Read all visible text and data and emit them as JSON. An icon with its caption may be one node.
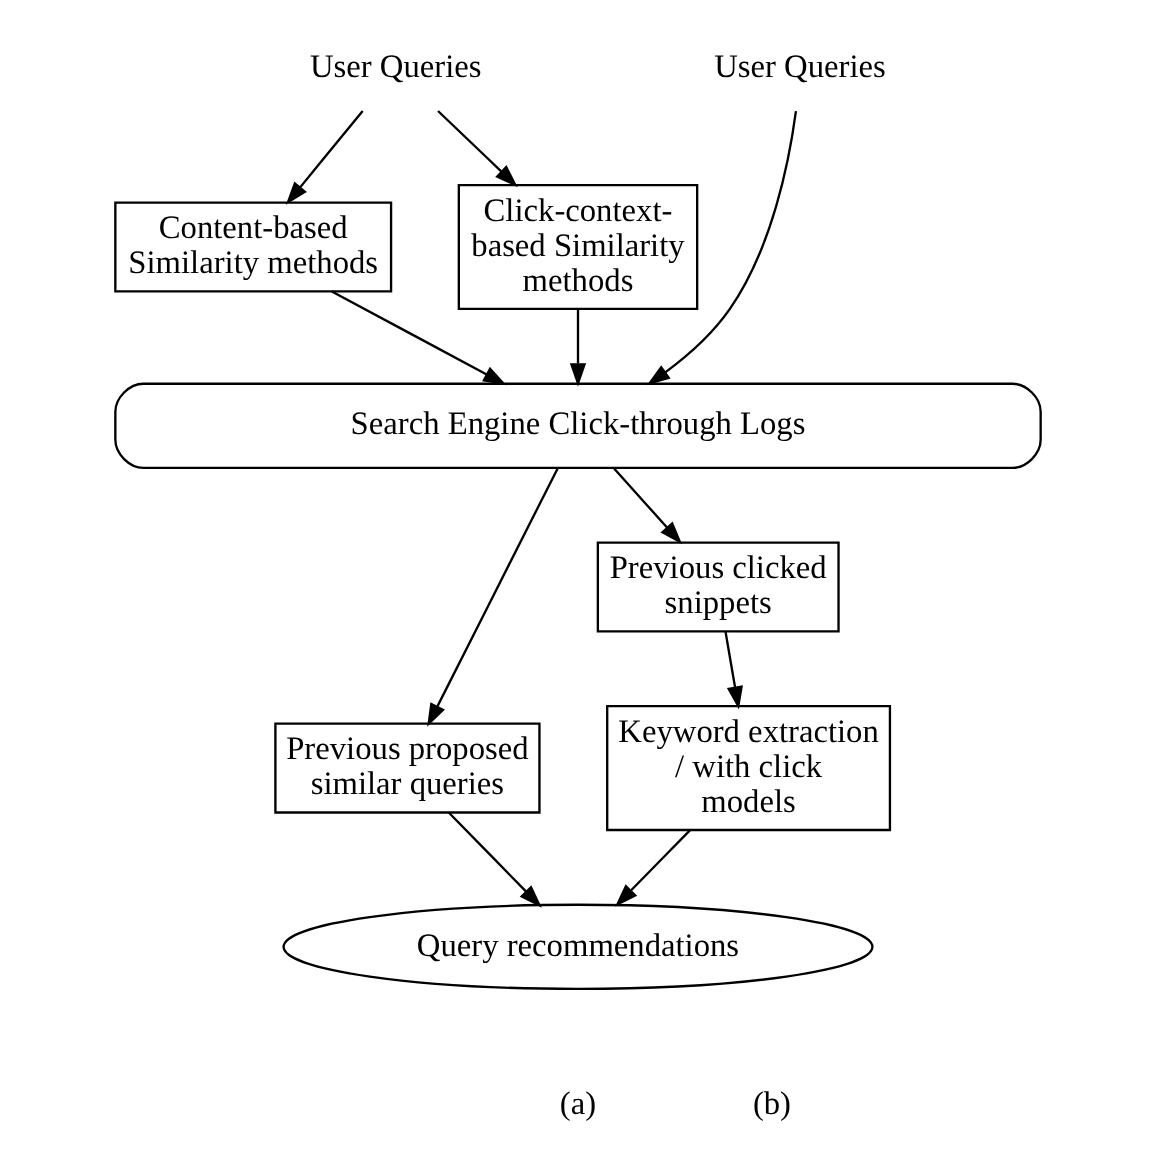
{
  "diagram": {
    "nodes": [
      {
        "text": [
          "User Queries"
        ]
      },
      {
        "text": [
          "User Queries"
        ]
      },
      {
        "text": [
          "Content-based Similarity methods"
        ]
      },
      {
        "text": [
          "Click-context-based Similarity methods"
        ]
      },
      {
        "text": [
          "Search Engine Click-through Logs"
        ]
      },
      {
        "text": [
          "Previous proposed similar queries"
        ]
      },
      {
        "text": [
          "Previous clicked snippets"
        ]
      },
      {
        "text": [
          "Keyword extraction / with click models"
        ]
      },
      {
        "text": [
          "Query recommendations"
        ]
      }
    ],
    "edges": [
      {
        "from": 0,
        "to": 2,
        "arrow": "to"
      },
      {
        "from": 0,
        "to": 3,
        "arrow": "to"
      },
      {
        "from": 1,
        "to": 4,
        "arrow": "to"
      },
      {
        "from": 2,
        "to": 4,
        "arrow": "to"
      },
      {
        "from": 3,
        "to": 4,
        "arrow": "to"
      },
      {
        "from": 4,
        "to": 5,
        "arrow": "to"
      },
      {
        "from": 4,
        "to": 6,
        "arrow": "to"
      },
      {
        "from": 6,
        "to": 7,
        "arrow": "to"
      },
      {
        "from": 5,
        "to": 8,
        "arrow": "to"
      },
      {
        "from": 7,
        "to": 8,
        "arrow": "to"
      }
    ],
    "labels": [
      "(a)",
      "(b)"
    ]
  }
}
